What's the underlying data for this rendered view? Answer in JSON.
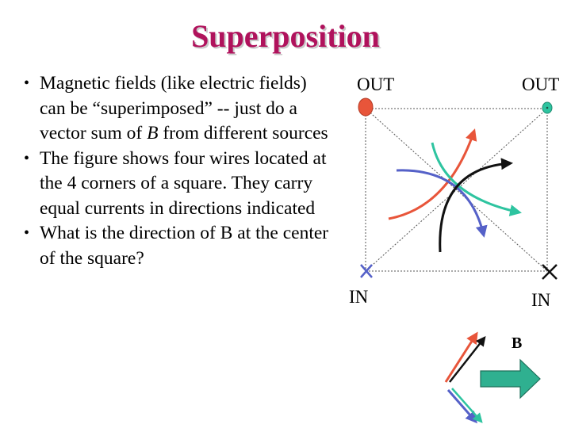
{
  "slide": {
    "title": "Superposition",
    "bullets": [
      {
        "before_b": "Magnetic fields (like electric fields) can be “superimposed” -- just do a vector sum of ",
        "b_symbol": "B",
        "after_b": " from different sources"
      },
      {
        "text": "The figure shows four wires located at the 4 corners of a square. They carry equal currents in directions indicated"
      },
      {
        "text": "What is the direction of B at the center of the square?"
      }
    ]
  },
  "figure": {
    "label_out_left": "OUT",
    "label_out_right": "OUT",
    "label_in_left": "IN",
    "label_in_right": "IN",
    "label_b": "B",
    "colors": {
      "top_left_wire": "#e8553a",
      "top_right_wire": "#2ec4a0",
      "bottom_left_wire": "#5561c8",
      "bottom_right_wire": "#111111",
      "b_arrow": "#2fb090",
      "title": "#b0125c"
    }
  }
}
